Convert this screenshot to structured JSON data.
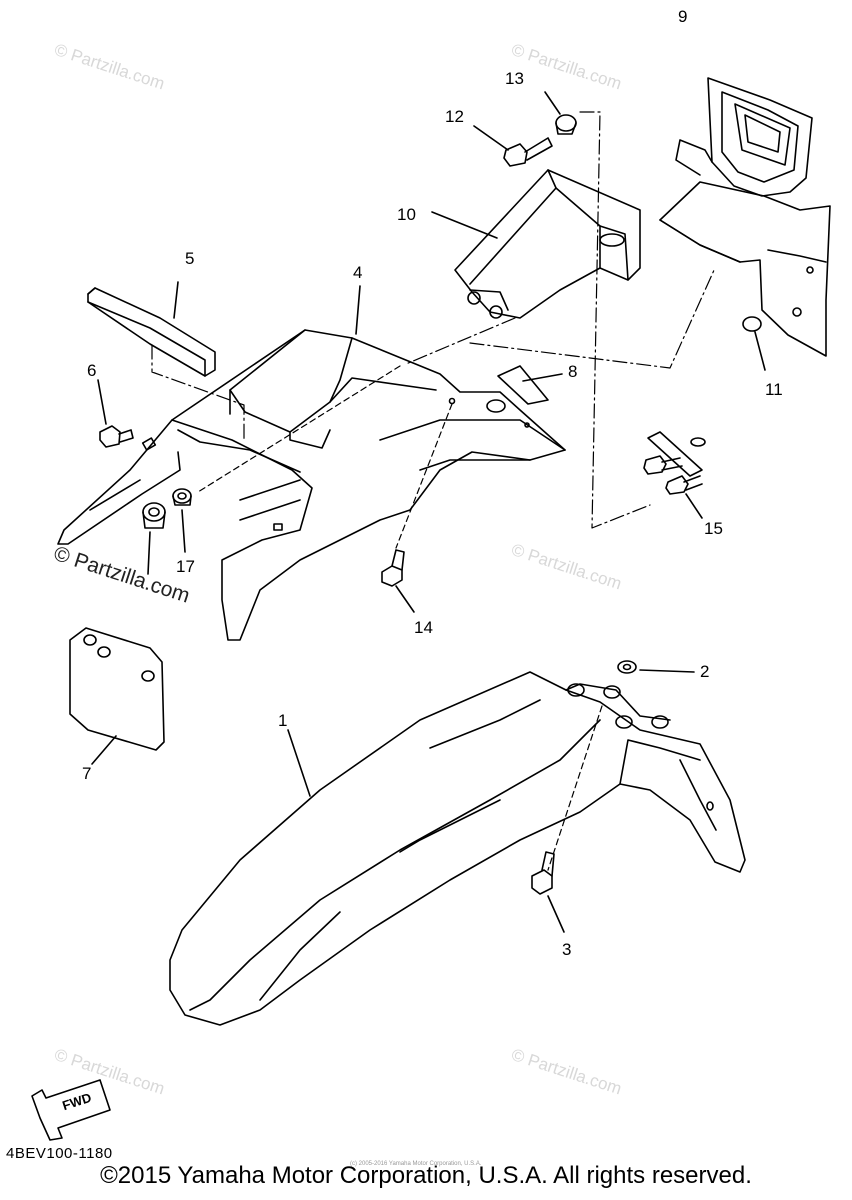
{
  "diagram": {
    "callouts": [
      {
        "id": "c9",
        "text": "9"
      },
      {
        "id": "c13",
        "text": "13"
      },
      {
        "id": "c12",
        "text": "12"
      },
      {
        "id": "c10",
        "text": "10"
      },
      {
        "id": "c5",
        "text": "5"
      },
      {
        "id": "c4",
        "text": "4"
      },
      {
        "id": "c6",
        "text": "6"
      },
      {
        "id": "c8",
        "text": "8"
      },
      {
        "id": "c11",
        "text": "11"
      },
      {
        "id": "c17",
        "text": "17"
      },
      {
        "id": "c15",
        "text": "15"
      },
      {
        "id": "c14",
        "text": "14"
      },
      {
        "id": "c2",
        "text": "2"
      },
      {
        "id": "c7",
        "text": "7"
      },
      {
        "id": "c1",
        "text": "1"
      },
      {
        "id": "c3",
        "text": "3"
      }
    ],
    "fwd_badge": "FWD",
    "watermark": "© Partzilla.com",
    "diagram_code": "4BEV100-1180",
    "copyright": "©2015 Yamaha Motor Corporation, U.S.A. All rights reserved.",
    "fine_print": "(c) 2005-2016 Yamaha Motor Corporation, U.S.A."
  }
}
